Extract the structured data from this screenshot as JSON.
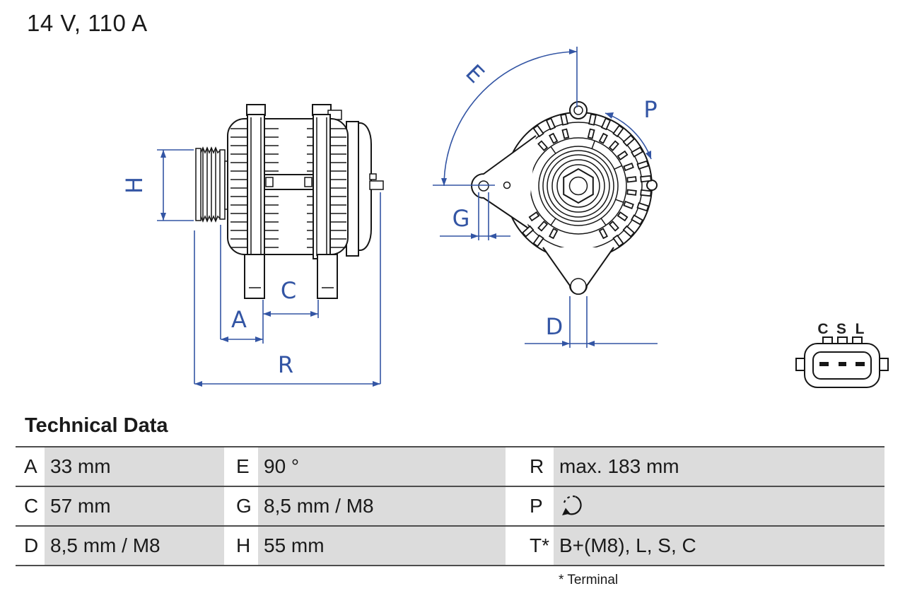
{
  "title": "14 V, 110 A",
  "diagram": {
    "dimensions": {
      "H": "H",
      "A": "A",
      "C": "C",
      "R": "R",
      "E": "E",
      "G": "G",
      "D": "D",
      "P": "P"
    },
    "connector": {
      "pins": [
        "C",
        "S",
        "L"
      ]
    }
  },
  "table": {
    "heading": "Technical Data",
    "rows": [
      {
        "cells": [
          {
            "label": "A",
            "value": "33 mm"
          },
          {
            "label": "E",
            "value": "90 °"
          },
          {
            "label": "R",
            "value": "max. 183 mm"
          }
        ]
      },
      {
        "cells": [
          {
            "label": "C",
            "value": "57 mm"
          },
          {
            "label": "G",
            "value": "8,5 mm / M8"
          },
          {
            "label": "P",
            "value": "",
            "icon": "rotation-direction-icon"
          }
        ]
      },
      {
        "cells": [
          {
            "label": "D",
            "value": "8,5 mm / M8"
          },
          {
            "label": "H",
            "value": "55 mm"
          },
          {
            "label": "T*",
            "value": "B+(M8), L, S, C"
          }
        ]
      }
    ],
    "footnote": "* Terminal"
  },
  "colors": {
    "dimension_blue": "#3355a4",
    "drawing_black": "#161616",
    "cell_gray": "#dcdcdc",
    "rule_gray": "#4d4d4d"
  }
}
